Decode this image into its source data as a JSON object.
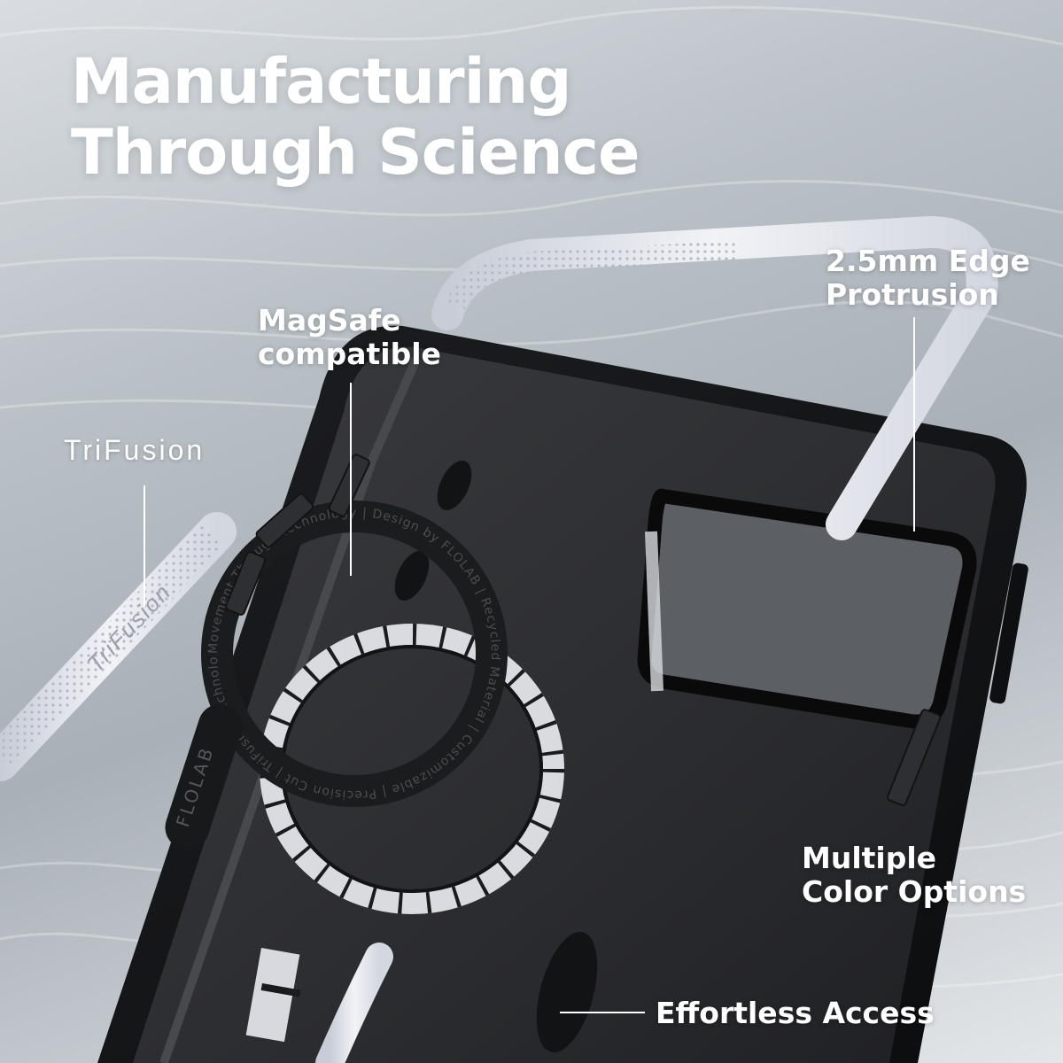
{
  "headline": {
    "line1": "Manufacturing",
    "line2": "Through Science"
  },
  "brand": {
    "trifusion_logo": "TriFusion",
    "strip_print": "TriFusion",
    "case_logo": "FLOLAB"
  },
  "callouts": {
    "magsafe": [
      "MagSafe",
      "compatible"
    ],
    "edge": [
      "2.5mm Edge",
      "Protrusion"
    ],
    "colors": [
      "Multiple",
      "Color Options"
    ],
    "access": "Effortless Access"
  },
  "ring_text": "Movement Through Technology | Design by FLOLAB | Recycled Material | Customizable | Precision Cut | TriFusion Technology | Design by FLOLAB | Recycled Material | Customizable |",
  "colors": {
    "case_black": "#141517",
    "bumper_white": "#e6e8ee",
    "text_white": "#ffffff"
  }
}
